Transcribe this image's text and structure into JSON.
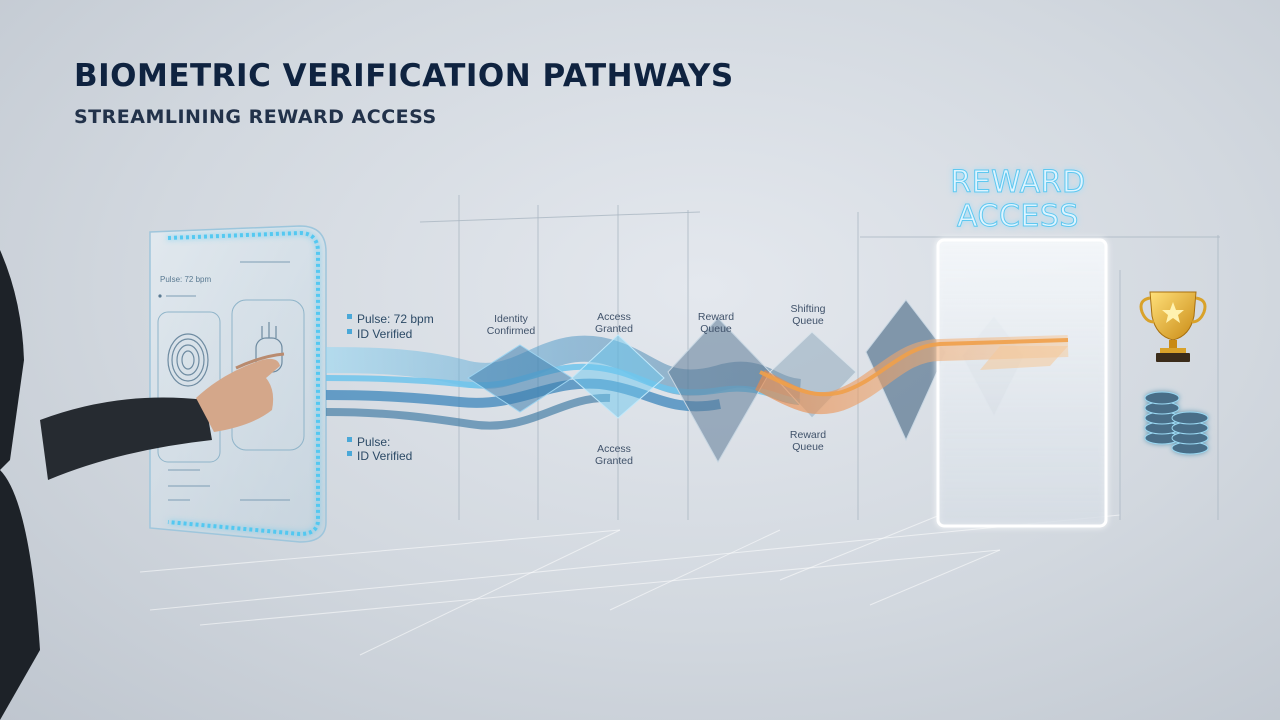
{
  "header": {
    "title": "BIOMETRIC VERIFICATION PATHWAYS",
    "subtitle": "STREAMLINING REWARD ACCESS"
  },
  "scanner": {
    "panel_text": "Pulse: 72 bpm"
  },
  "readouts": {
    "upper": {
      "line1": "Pulse: 72 bpm",
      "line2": "ID Verified"
    },
    "lower": {
      "line1": "Pulse:",
      "line2": "ID Verified"
    }
  },
  "stages": {
    "identity": {
      "line1": "Identity",
      "line2": "Confirmed"
    },
    "access_top": {
      "line1": "Access",
      "line2": "Granted"
    },
    "reward_queue_top": {
      "line1": "Reward",
      "line2": "Queue"
    },
    "shifting_queue": {
      "line1": "Shifting",
      "line2": "Queue"
    },
    "access_bottom": {
      "line1": "Access",
      "line2": "Granted"
    },
    "reward_queue_bottom": {
      "line1": "Reward",
      "line2": "Queue"
    }
  },
  "reward_gate": {
    "line1": "REWARD",
    "line2": "ACCESS"
  },
  "icons": [
    "fingerprint-icon",
    "hand-icon",
    "trophy-icon",
    "coin-stack-icon"
  ],
  "colors": {
    "title": "#0f2340",
    "blue_stream": "#4aa8d8",
    "cyan_glow": "#49c6f2",
    "orange_stream": "#f0a04a",
    "gate_glow": "#ffffff"
  }
}
